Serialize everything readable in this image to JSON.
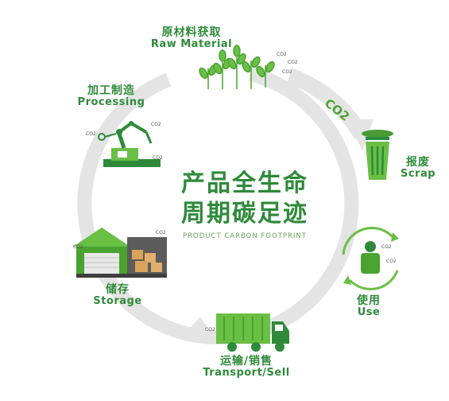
{
  "title": {
    "line1": "产品全生命",
    "line2": "周期碳足迹",
    "subtitle": "PRODUCT CARBON FOOTPRINT"
  },
  "stages": {
    "raw": {
      "zh": "原材料获取",
      "en": "Raw Material"
    },
    "processing": {
      "zh": "加工制造",
      "en": "Processing"
    },
    "scrap": {
      "zh": "报废",
      "en": "Scrap"
    },
    "use": {
      "zh": "使用",
      "en": "Use"
    },
    "transport": {
      "zh": "运输/销售",
      "en": "Transport/Sell"
    },
    "storage": {
      "zh": "储存",
      "en": "Storage"
    }
  },
  "co2": {
    "arrow": "CO2",
    "small": "CO2"
  },
  "colors": {
    "green": "#2e8a3a",
    "light_green": "#6abf45",
    "ring": "#e6e6e6"
  }
}
